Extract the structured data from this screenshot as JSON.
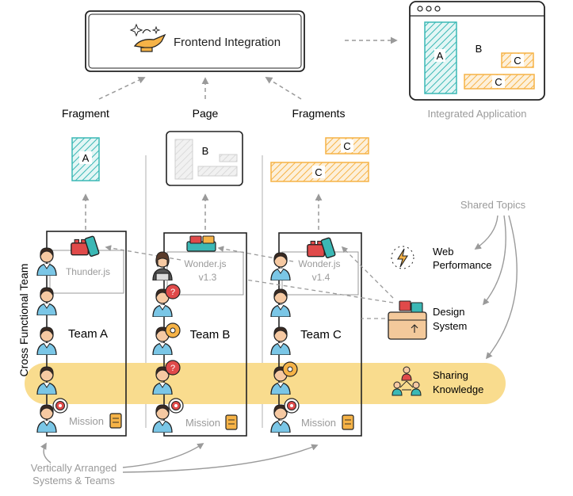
{
  "integration": {
    "title": "Frontend Integration"
  },
  "app": {
    "caption": "Integrated Application",
    "block_a": "A",
    "block_b": "B",
    "block_c1": "C",
    "block_c2": "C"
  },
  "output_labels": {
    "fragment": "Fragment",
    "page": "Page",
    "fragments": "Fragments"
  },
  "outputs": {
    "a": "A",
    "b": "B",
    "c1": "C",
    "c2": "C"
  },
  "side_label": "Cross Functional Team",
  "teams": [
    {
      "name": "Team A",
      "system": "Thunder.js",
      "version": "",
      "mission": "Mission"
    },
    {
      "name": "Team B",
      "system": "Wonder.js",
      "version": "v1.3",
      "mission": "Mission"
    },
    {
      "name": "Team C",
      "system": "Wonder.js",
      "version": "v1.4",
      "mission": "Mission"
    }
  ],
  "shared": {
    "title": "Shared Topics",
    "web1": "Web",
    "web2": "Performance",
    "design1": "Design",
    "design2": "System",
    "sharing1": "Sharing",
    "sharing2": "Knowledge"
  },
  "footer": {
    "line1": "Vertically Arranged",
    "line2": "Systems & Teams"
  },
  "colors": {
    "teal": "#3bb8b5",
    "orange": "#f6b347",
    "band": "#f9dc8e",
    "red": "#e04a4a",
    "grey": "#9a9a9a"
  },
  "icons": [
    "genie-lamp-icon",
    "lego-bricks-icon",
    "developer-avatar-icon",
    "question-icon",
    "gear-icon",
    "target-icon",
    "mission-scroll-icon",
    "lightning-icon",
    "package-box-icon",
    "people-network-icon"
  ]
}
